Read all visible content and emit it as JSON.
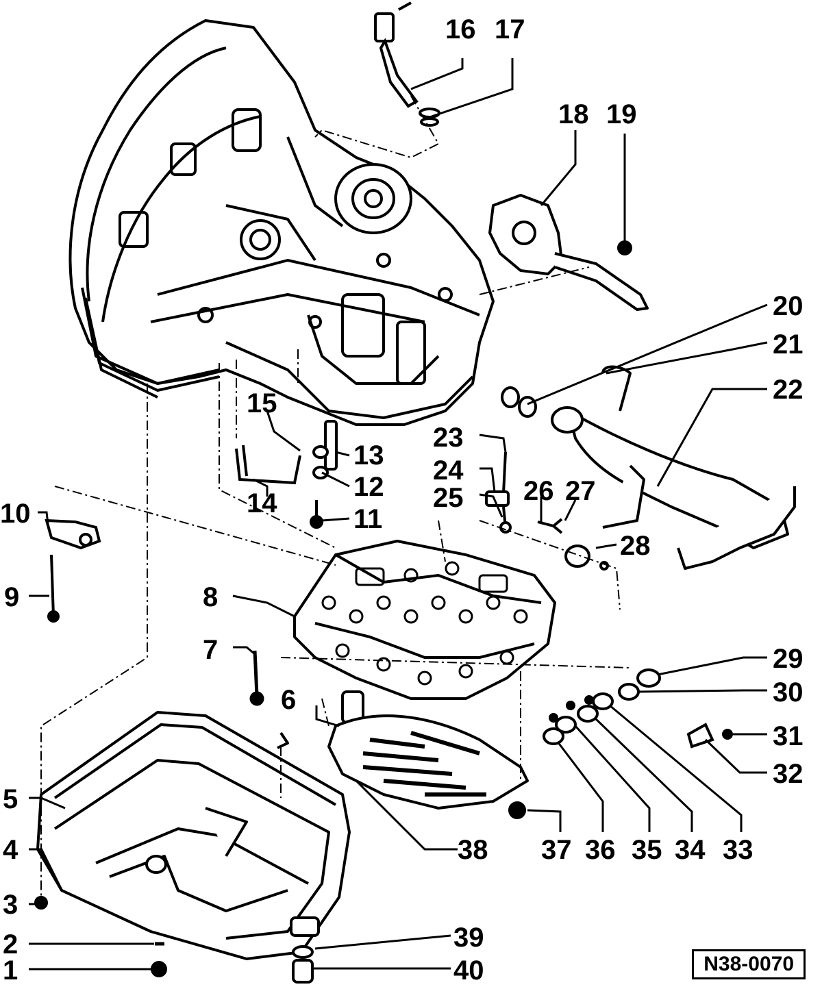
{
  "diagram": {
    "reference_code": "N38-0070",
    "callouts": [
      "1",
      "2",
      "3",
      "4",
      "5",
      "6",
      "7",
      "8",
      "9",
      "10",
      "11",
      "12",
      "13",
      "14",
      "15",
      "16",
      "17",
      "18",
      "19",
      "20",
      "21",
      "22",
      "23",
      "24",
      "25",
      "26",
      "27",
      "28",
      "29",
      "30",
      "31",
      "32",
      "33",
      "34",
      "35",
      "36",
      "37",
      "38",
      "39",
      "40"
    ],
    "parts": [
      "transmission-housing",
      "selector-lever",
      "oil-pan",
      "oil-strainer",
      "valve-body",
      "wiring-harness",
      "gasket-ring",
      "bolt",
      "seal",
      "drain-plug",
      "o-ring",
      "bracket",
      "connector"
    ]
  }
}
